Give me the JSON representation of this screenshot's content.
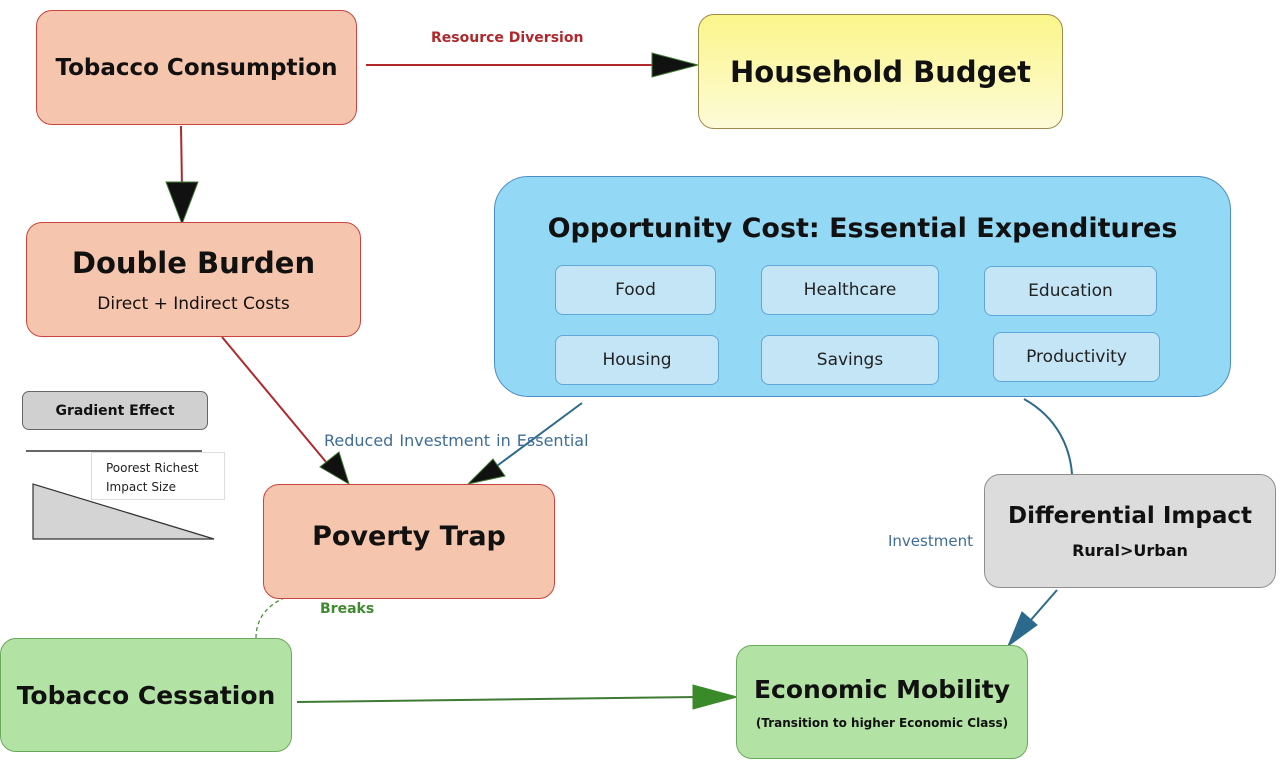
{
  "nodes": {
    "tobacco_consumption": {
      "title": "Tobacco Consumption"
    },
    "household_budget": {
      "title": "Household Budget"
    },
    "double_burden": {
      "title": "Double Burden",
      "subtitle": "Direct + Indirect Costs"
    },
    "opportunity_cost": {
      "title": "Opportunity Cost: Essential Expenditures",
      "items": [
        "Food",
        "Healthcare",
        "Education",
        "Housing",
        "Savings",
        "Productivity"
      ]
    },
    "poverty_trap": {
      "title": "Poverty Trap"
    },
    "differential_impact": {
      "title": "Differential Impact",
      "subtitle": "Rural>Urban"
    },
    "tobacco_cessation": {
      "title": "Tobacco Cessation"
    },
    "economic_mobility": {
      "title": "Economic Mobility",
      "subtitle": "(Transition to higher Economic Class)"
    }
  },
  "edge_labels": {
    "resource_diversion": "Resource Diversion",
    "reduced_investment": "Reduced Investment in   Essential",
    "investment": "Investment",
    "breaks": "Breaks"
  },
  "legend": {
    "title": "Gradient Effect",
    "axis_text": "Poorest Richest",
    "size_text": "Impact Size"
  },
  "colors": {
    "negative_edge": "#b0282c",
    "neutral_edge": "#2b6a8c",
    "positive_edge": "#3f8a2e",
    "salmon_node": "#f6c5ad",
    "green_node": "#b3e3a4",
    "blue_node": "#93d8f5",
    "yellow_node": "#fbf58a",
    "grey_node": "#dcdcdc"
  }
}
